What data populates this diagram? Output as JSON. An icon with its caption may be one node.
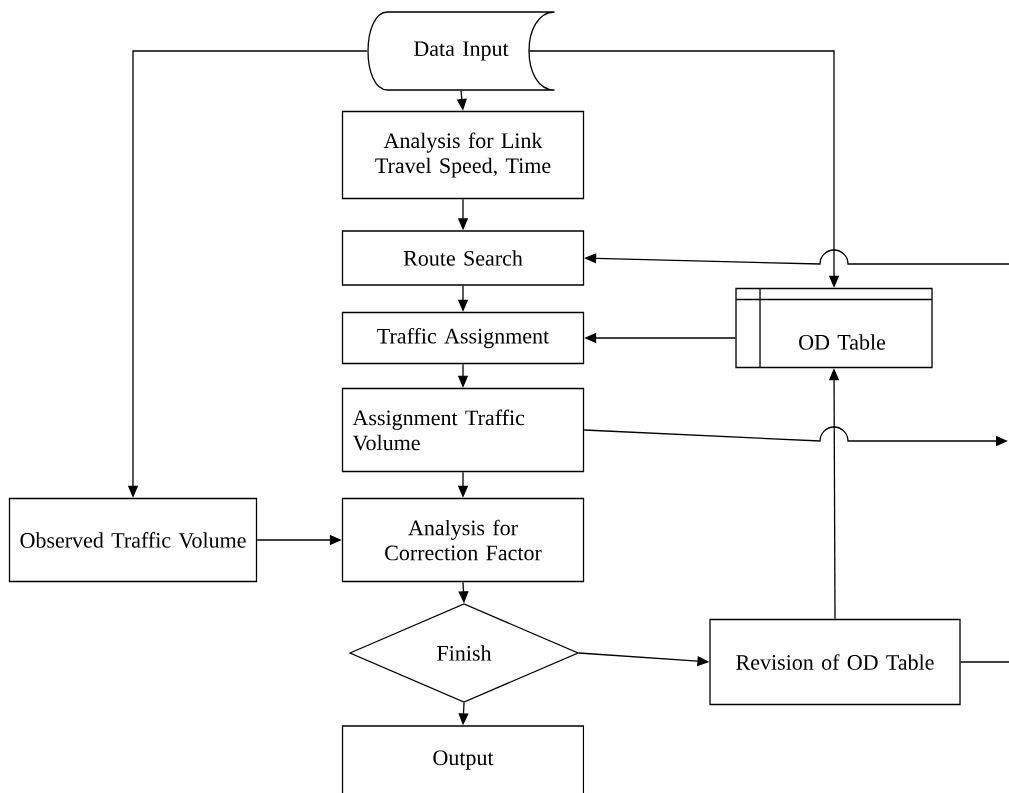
{
  "diagram": {
    "nodes": [
      {
        "text": [
          "Data Input"
        ]
      },
      {
        "text": [
          "Analysis for Link Travel Speed, Time"
        ]
      },
      {
        "text": [
          "Route Search"
        ]
      },
      {
        "text": [
          "Traffic Assignment"
        ]
      },
      {
        "text": [
          "Assignment Traffic Volume"
        ]
      },
      {
        "text": [
          "Observed Traffic Volume"
        ]
      },
      {
        "text": [
          "Analysis for Correction Factor"
        ]
      },
      {
        "text": [
          "Finish"
        ]
      },
      {
        "text": [
          "Output"
        ]
      },
      {
        "text": [
          "OD Table"
        ]
      },
      {
        "text": [
          "Revision of OD Table"
        ]
      }
    ],
    "edges": [
      {
        "from": 0,
        "to": 1,
        "arrow": "to"
      },
      {
        "from": 1,
        "to": 2,
        "arrow": "to"
      },
      {
        "from": 2,
        "to": 3,
        "arrow": "to"
      },
      {
        "from": 3,
        "to": 4,
        "arrow": "to"
      },
      {
        "from": 4,
        "to": 6,
        "arrow": "to"
      },
      {
        "from": 6,
        "to": 7,
        "arrow": "to"
      },
      {
        "from": 7,
        "to": 8,
        "arrow": "to"
      },
      {
        "from": 0,
        "to": 5,
        "arrow": "to"
      },
      {
        "from": 5,
        "to": 6,
        "arrow": "to"
      },
      {
        "from": 0,
        "to": 9,
        "arrow": "to"
      },
      {
        "from": 9,
        "to": 3,
        "arrow": "to"
      },
      {
        "from": 7,
        "to": 10,
        "arrow": "to"
      },
      {
        "from": 10,
        "to": 9,
        "arrow": "to"
      },
      {
        "from": null,
        "to": 2,
        "arrow": "to"
      },
      {
        "from": 4,
        "to": null,
        "arrow": "to"
      },
      {
        "from": 10,
        "to": null,
        "arrow": "none"
      }
    ]
  }
}
